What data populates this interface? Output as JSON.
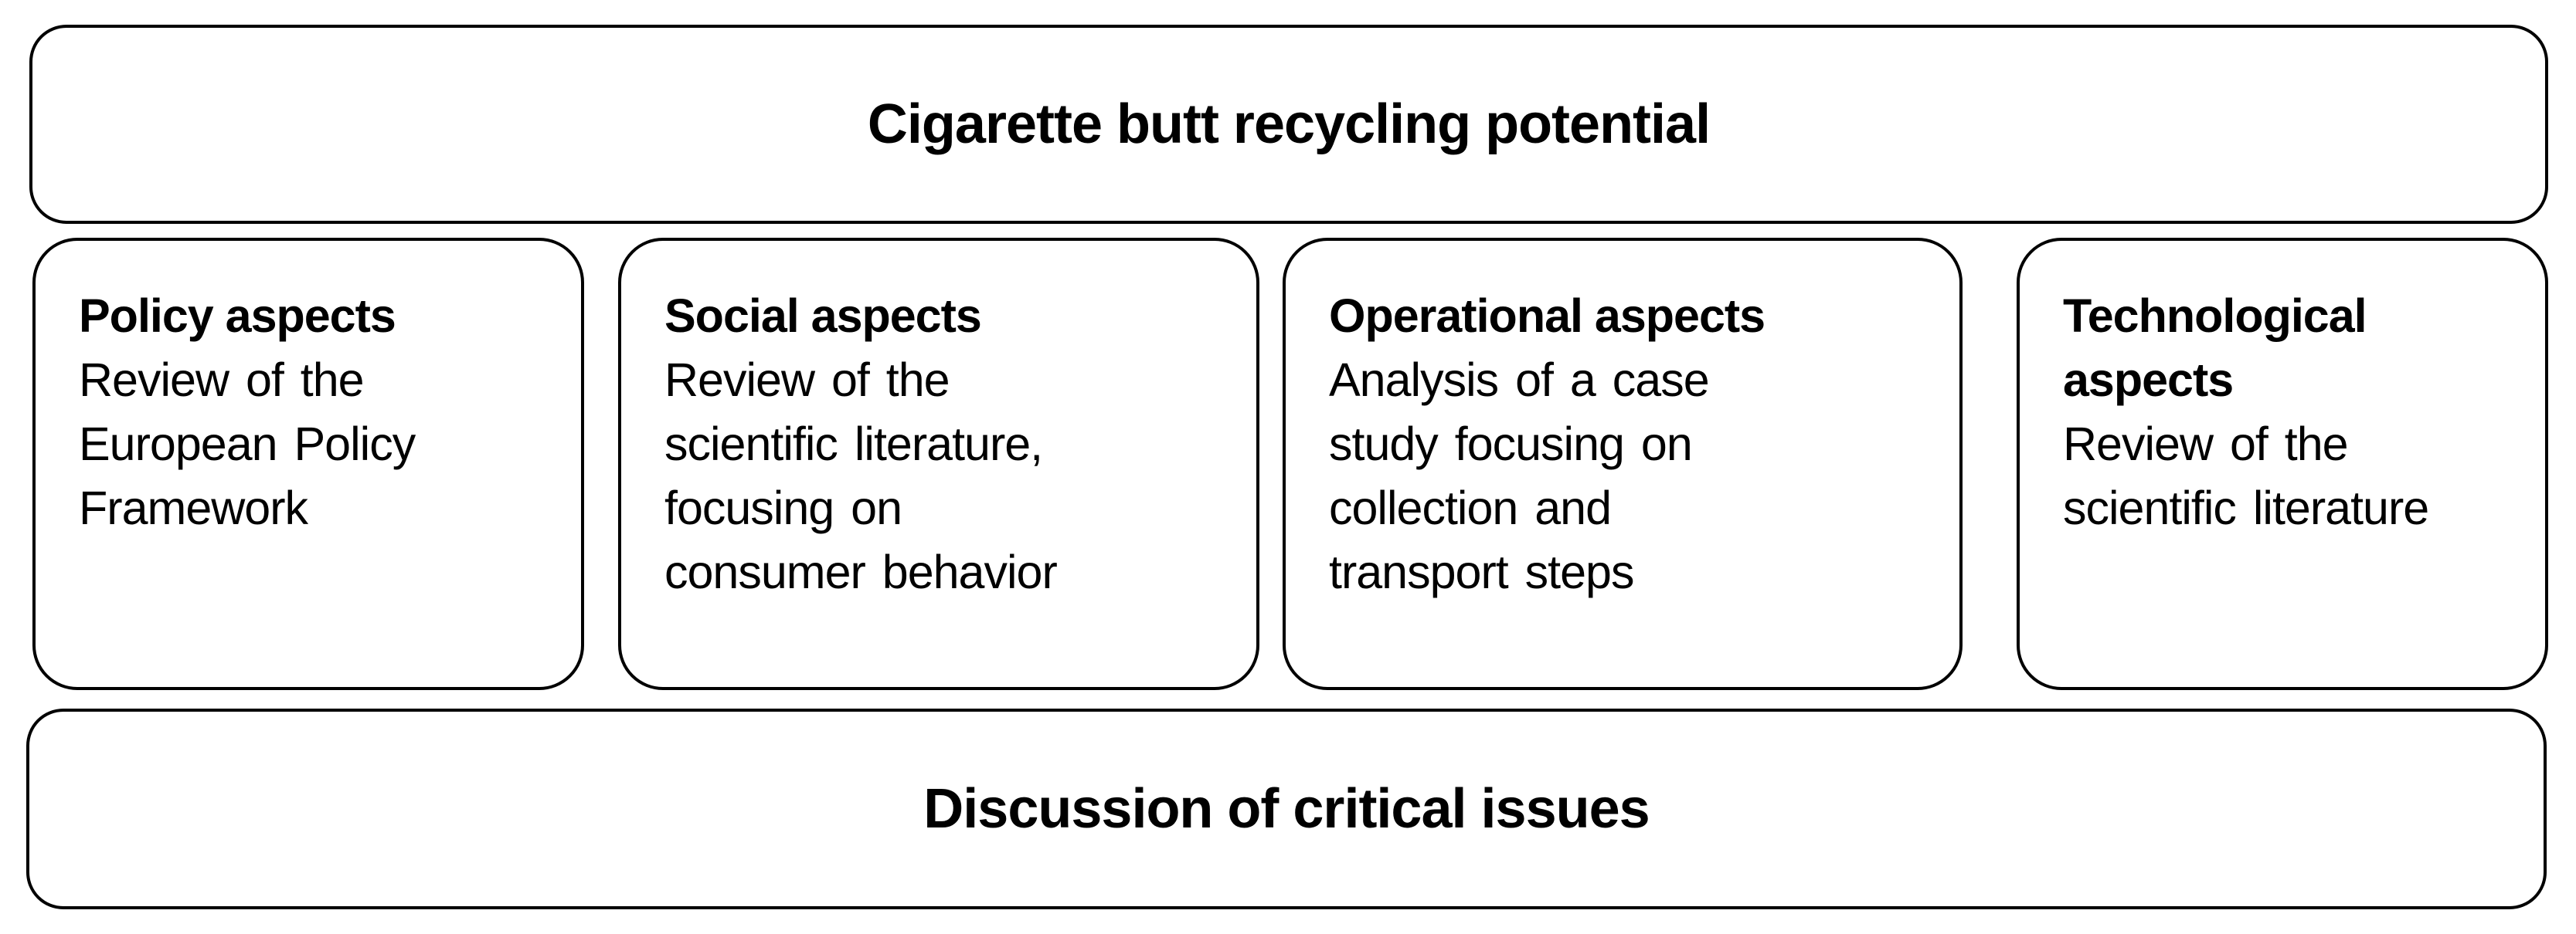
{
  "diagram": {
    "top_banner": {
      "title": "Cigarette butt recycling potential"
    },
    "aspect_boxes": [
      {
        "heading": "Policy aspects",
        "body": "Review of the\nEuropean Policy\nFramework"
      },
      {
        "heading": "Social aspects",
        "body": "Review of the\nscientific literature,\nfocusing on\nconsumer behavior"
      },
      {
        "heading": "Operational aspects",
        "body": "Analysis of a case\nstudy focusing on\ncollection and\ntransport steps"
      },
      {
        "heading": "Technological\naspects",
        "body": "Review of the\nscientific literature"
      }
    ],
    "bottom_banner": {
      "title": "Discussion of critical issues"
    },
    "colors": {
      "background": "#ffffff",
      "border": "#000000",
      "text": "#000000"
    }
  }
}
